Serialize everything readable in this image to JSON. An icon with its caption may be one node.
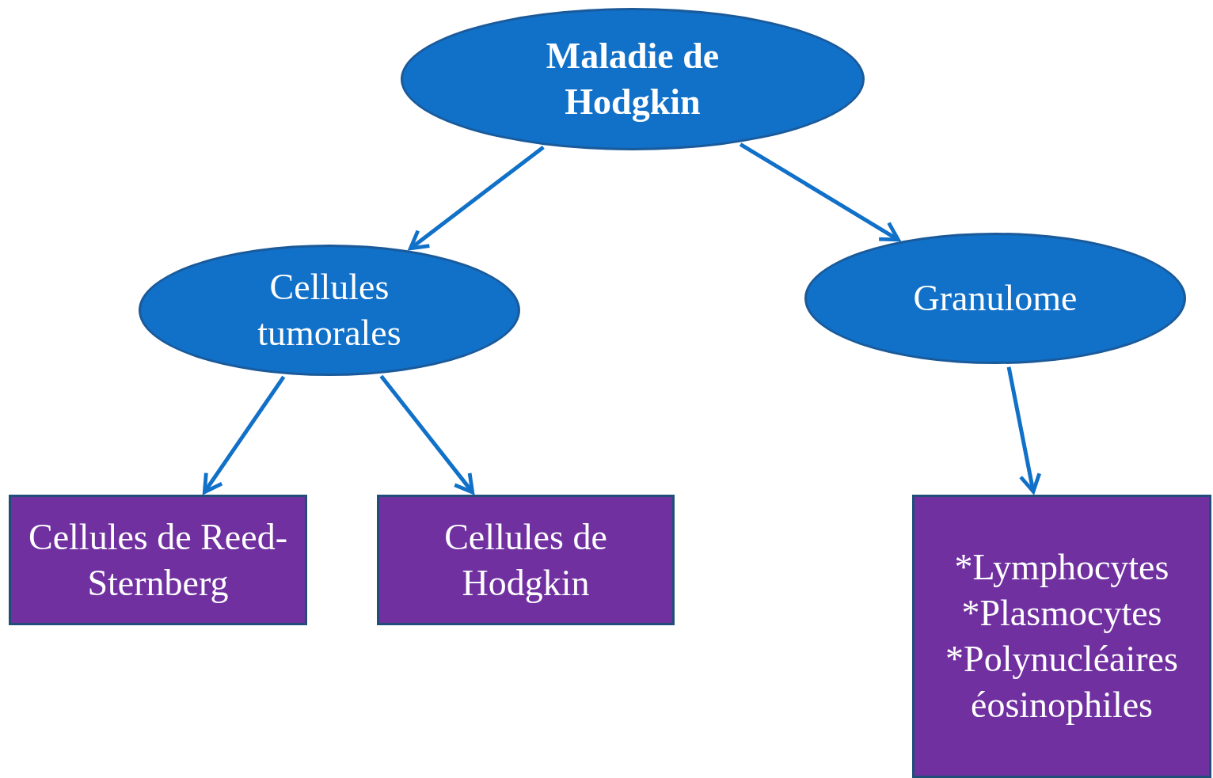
{
  "diagram": {
    "nodes": [
      {
        "text": [
          "Maladie de Hodgkin"
        ]
      },
      {
        "text": [
          "Cellules tumorales"
        ]
      },
      {
        "text": [
          "Granulome"
        ]
      },
      {
        "text": [
          "Cellules de Reed-Sternberg"
        ]
      },
      {
        "text": [
          "Cellules de Hodgkin"
        ]
      },
      {
        "text": [
          "*Lymphocytes",
          "*Plasmocytes",
          "*Polynucléaires éosinophiles"
        ]
      }
    ],
    "edges": [
      {
        "from": 0,
        "to": 1,
        "arrow": "to"
      },
      {
        "from": 0,
        "to": 2,
        "arrow": "to"
      },
      {
        "from": 1,
        "to": 3,
        "arrow": "to"
      },
      {
        "from": 1,
        "to": 4,
        "arrow": "to"
      },
      {
        "from": 2,
        "to": 5,
        "arrow": "to"
      }
    ]
  }
}
